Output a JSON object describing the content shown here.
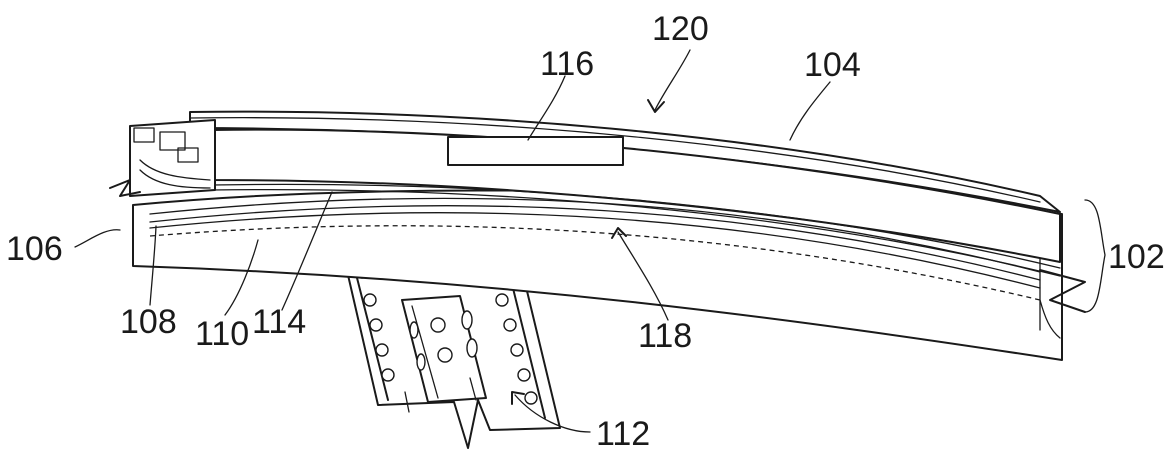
{
  "figure": {
    "labels": {
      "r102": "102",
      "r104": "104",
      "r106": "106",
      "r108": "108",
      "r110": "110",
      "r112": "112",
      "r114": "114",
      "r116": "116",
      "r118": "118",
      "r120": "120"
    },
    "line_color": "#1a1a1a",
    "background": "#ffffff"
  }
}
